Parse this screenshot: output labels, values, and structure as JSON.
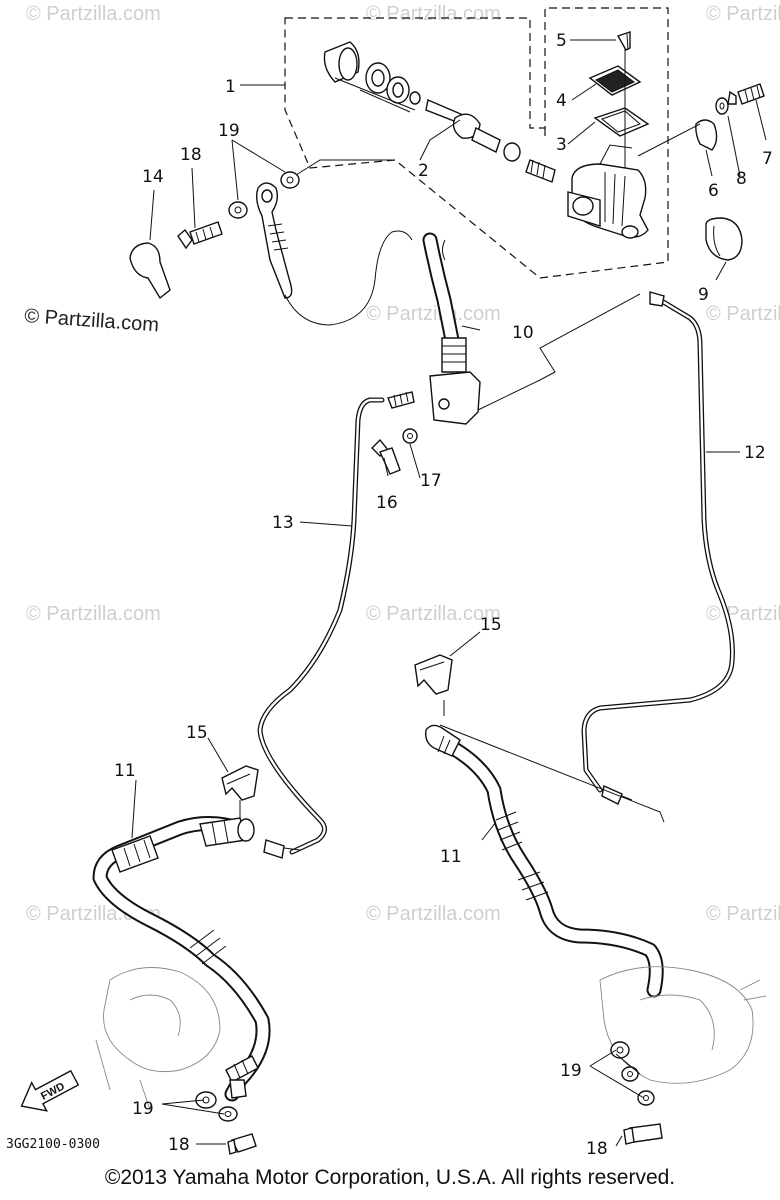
{
  "watermark": "© Partzilla.com",
  "watermark_prominent": "© Partzilla.com",
  "fwd_label": "FWD",
  "diagram_code": "3GG2100-0300",
  "copyright": "©2013 Yamaha Motor Corporation, U.S.A. All rights reserved.",
  "callouts": {
    "c1": "1",
    "c2": "2",
    "c3": "3",
    "c4": "4",
    "c5": "5",
    "c6": "6",
    "c7": "7",
    "c8": "8",
    "c9": "9",
    "c10": "10",
    "c11a": "11",
    "c11b": "11",
    "c12": "12",
    "c13": "13",
    "c14": "14",
    "c15a": "15",
    "c15b": "15",
    "c16": "16",
    "c17": "17",
    "c18a": "18",
    "c18b": "18",
    "c18c": "18",
    "c19a": "19",
    "c19b": "19",
    "c19c": "19"
  }
}
